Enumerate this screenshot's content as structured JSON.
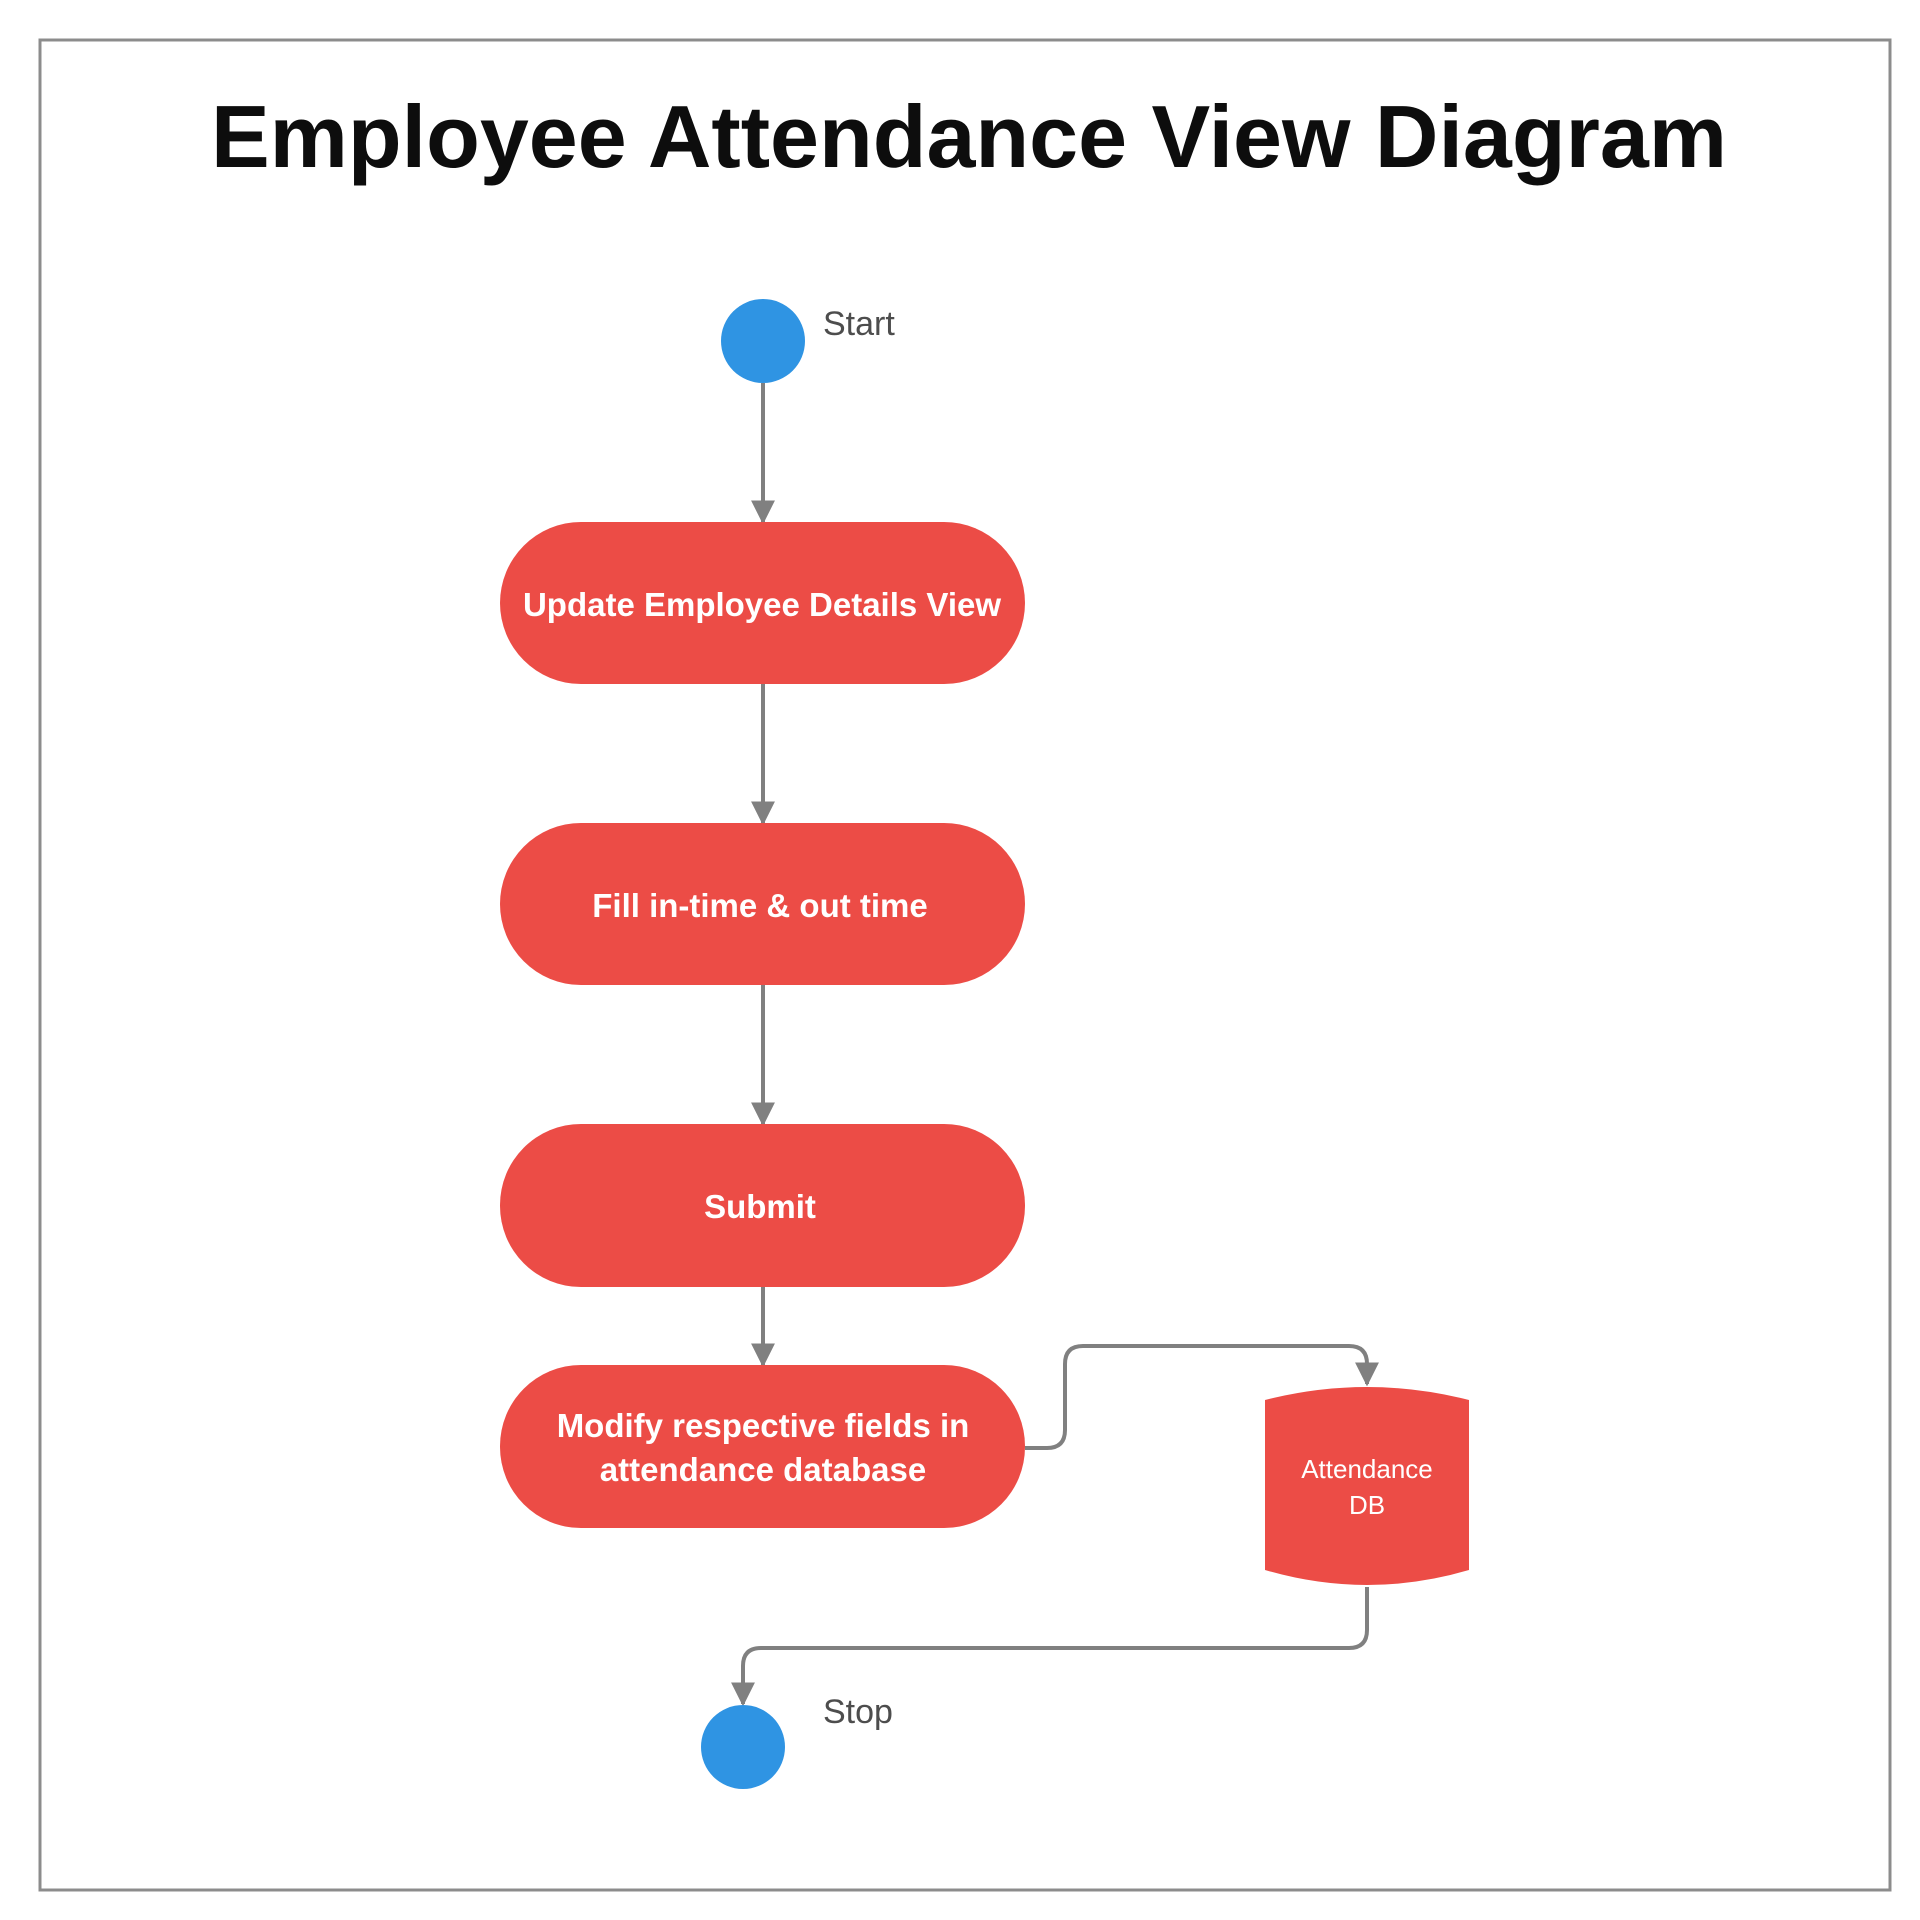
{
  "title": "Employee Attendance View Diagram",
  "colors": {
    "activity_fill": "#ec4c46",
    "terminal_fill": "#2f94e3",
    "edge": "#808080",
    "frame": "#8c8c8c",
    "title_text": "#0d0d0d",
    "terminal_text": "#4d4d4d",
    "node_text": "#ffffff"
  },
  "nodes": {
    "start": {
      "label": "Start",
      "shape": "circle"
    },
    "update": {
      "label": "Update Employee Details View",
      "shape": "pill"
    },
    "fill": {
      "label": "Fill in-time & out time",
      "shape": "pill"
    },
    "submit": {
      "label": "Submit",
      "shape": "pill"
    },
    "modify": {
      "lines": [
        "Modify respective fields in",
        "attendance database"
      ],
      "shape": "pill"
    },
    "db": {
      "lines": [
        "Attendance",
        "DB"
      ],
      "shape": "cylinder"
    },
    "stop": {
      "label": "Stop",
      "shape": "circle"
    }
  },
  "edges": [
    {
      "from": "start",
      "to": "update"
    },
    {
      "from": "update",
      "to": "fill"
    },
    {
      "from": "fill",
      "to": "submit"
    },
    {
      "from": "submit",
      "to": "modify"
    },
    {
      "from": "modify",
      "to": "db"
    },
    {
      "from": "db",
      "to": "stop"
    }
  ]
}
